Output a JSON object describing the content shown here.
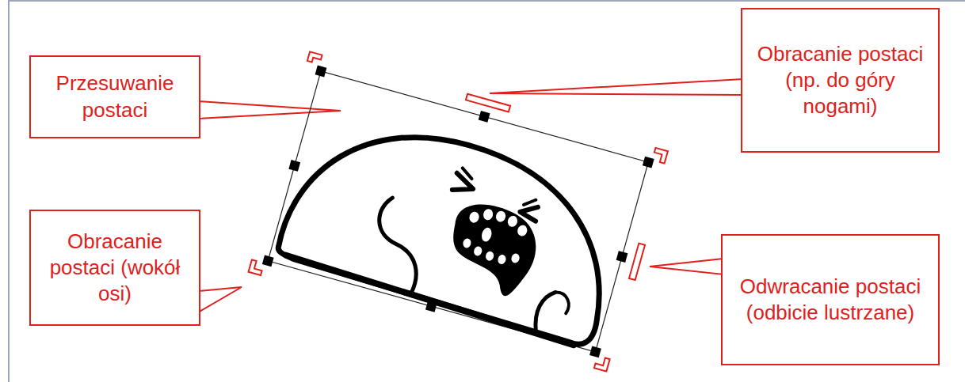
{
  "diagram": {
    "nodes": [
      {
        "text": [
          "Przesuwanie postaci"
        ]
      },
      {
        "text": [
          "Obracanie postaci (np. do góry nogami)"
        ]
      },
      {
        "text": [
          "Obracanie postaci (wokół osi)"
        ]
      },
      {
        "text": [
          "Odwracanie postaci (odbicie lustrzane)"
        ]
      }
    ]
  }
}
